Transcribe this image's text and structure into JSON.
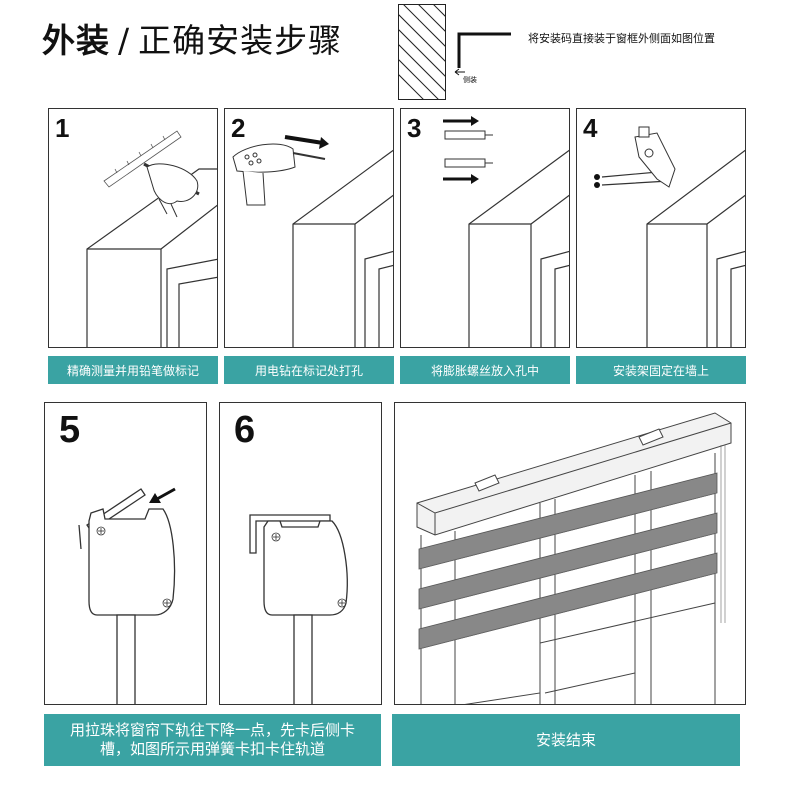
{
  "header": {
    "title_main": "外装",
    "title_slash": "/",
    "title_rest": "正确安装步骤",
    "note": "将安装码直接装于窗框外侧面如图位置",
    "corner_label": "侧装"
  },
  "steps": [
    {
      "number": "1",
      "caption": "精确测量并用铅笔做标记"
    },
    {
      "number": "2",
      "caption": "用电钻在标记处打孔"
    },
    {
      "number": "3",
      "caption": "将膨胀螺丝放入孔中"
    },
    {
      "number": "4",
      "caption": "安装架固定在墙上"
    },
    {
      "number": "5",
      "caption": "用拉珠将窗帘下轨往下降一点，先卡后侧卡槽，如图所示用弹簧卡扣卡住轨道"
    },
    {
      "number": "6",
      "caption": ""
    }
  ],
  "final": {
    "caption": "安装结束"
  },
  "colors": {
    "accent": "#3aa3a3",
    "line": "#333333"
  }
}
